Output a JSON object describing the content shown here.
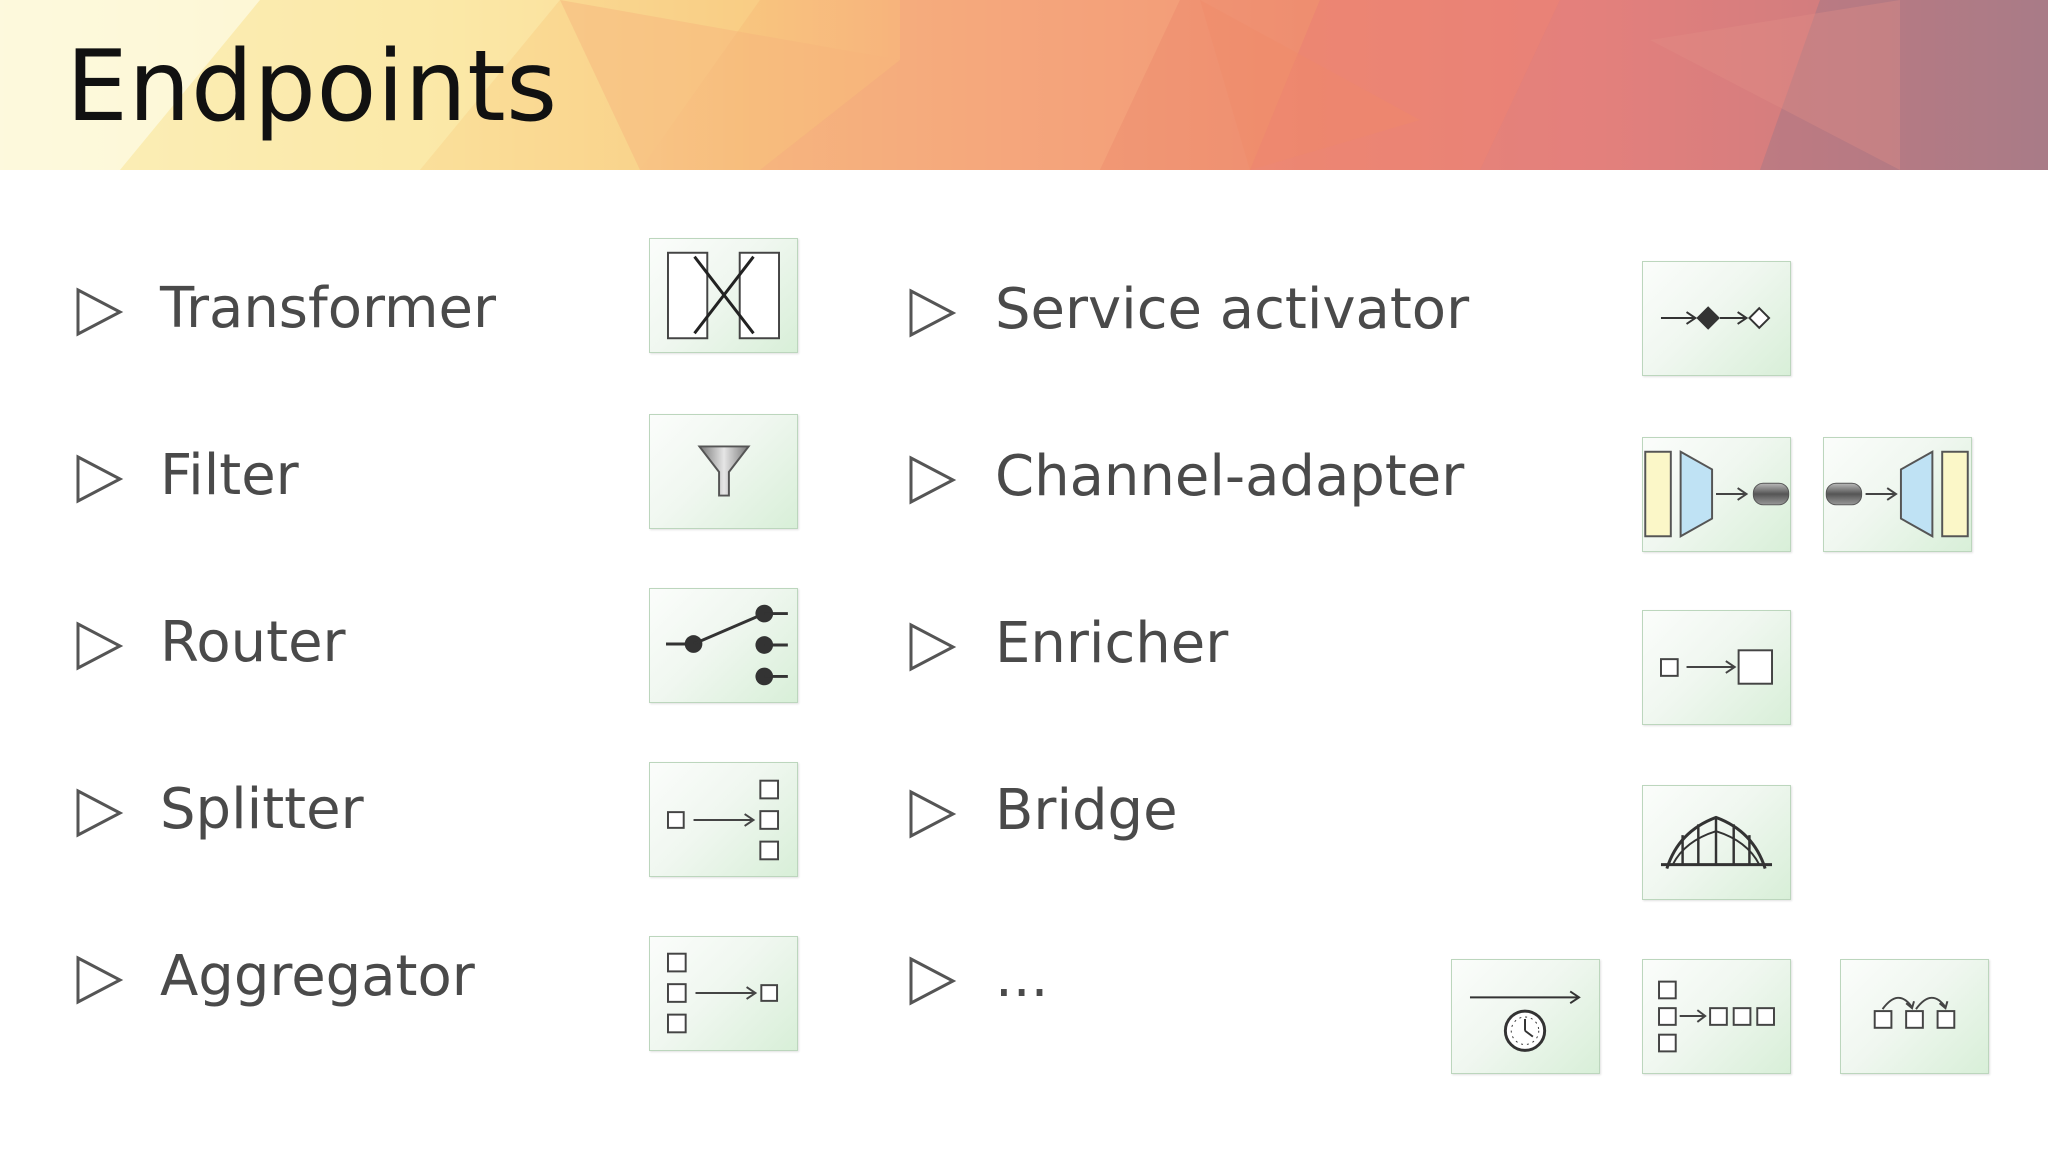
{
  "slide": {
    "title": "Endpoints"
  },
  "left_column": [
    {
      "label": "Transformer",
      "icon": "transformer-icon"
    },
    {
      "label": "Filter",
      "icon": "filter-icon"
    },
    {
      "label": "Router",
      "icon": "router-icon"
    },
    {
      "label": "Splitter",
      "icon": "splitter-icon"
    },
    {
      "label": "Aggregator",
      "icon": "aggregator-icon"
    }
  ],
  "right_column": [
    {
      "label": "Service activator",
      "icons": [
        "service-activator-icon"
      ]
    },
    {
      "label": "Channel-adapter",
      "icons": [
        "inbound-channel-adapter-icon",
        "outbound-channel-adapter-icon"
      ]
    },
    {
      "label": "Enricher",
      "icons": [
        "enricher-icon"
      ]
    },
    {
      "label": "Bridge",
      "icons": [
        "bridge-icon"
      ]
    },
    {
      "label": "...",
      "icons": [
        "delayer-icon",
        "resequencer-icon",
        "control-bus-icon"
      ]
    }
  ],
  "bullet_icon": "triangle-outline-icon",
  "colors": {
    "icon_bg": "#e4f3e4",
    "icon_border": "#bcd6bd",
    "text": "#4a4a4a",
    "title": "#111111"
  }
}
